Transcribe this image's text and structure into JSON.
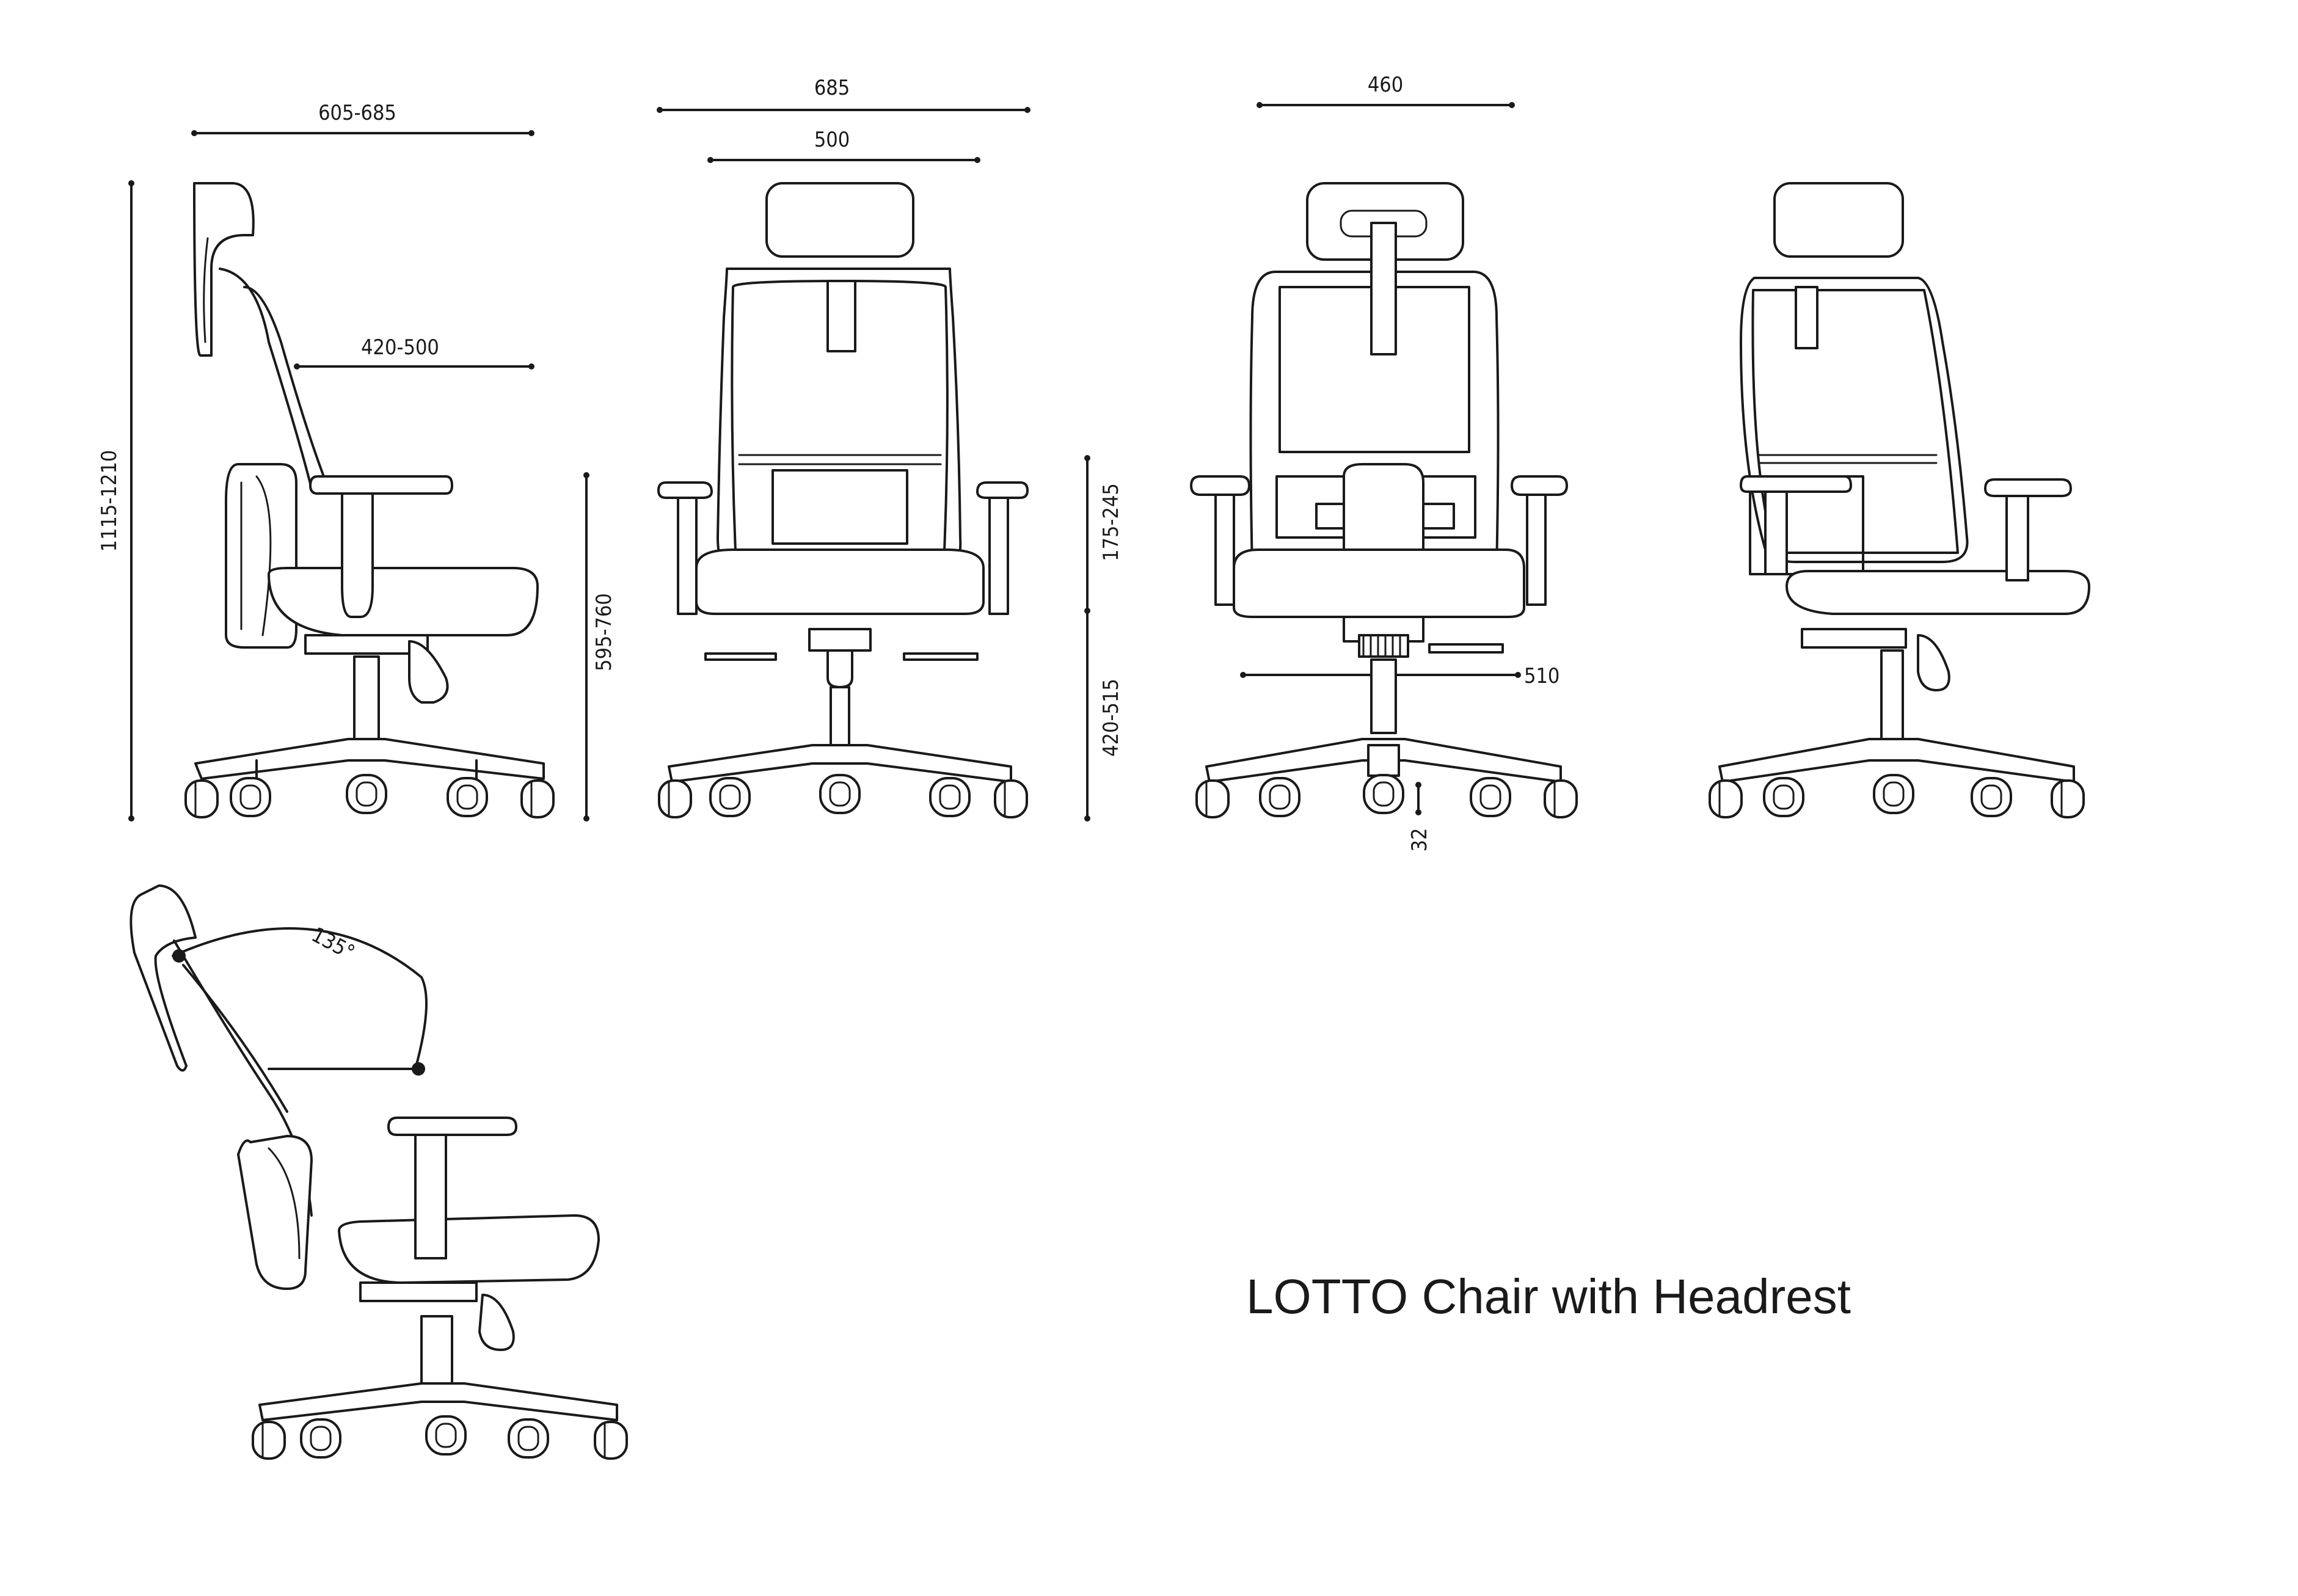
{
  "title": "LOTTO Chair with Headrest",
  "dimensions": {
    "side_depth": "605-685",
    "side_seat_depth": "420-500",
    "side_total_height": "1115-1210",
    "side_armrest_height": "595-760",
    "front_width": "685",
    "front_back_width": "500",
    "front_armrest_above_seat": "175-245",
    "front_seat_height": "420-515",
    "back_width": "460",
    "back_base_width": "510",
    "back_caster_height": "32",
    "recline_angle": "135°"
  }
}
